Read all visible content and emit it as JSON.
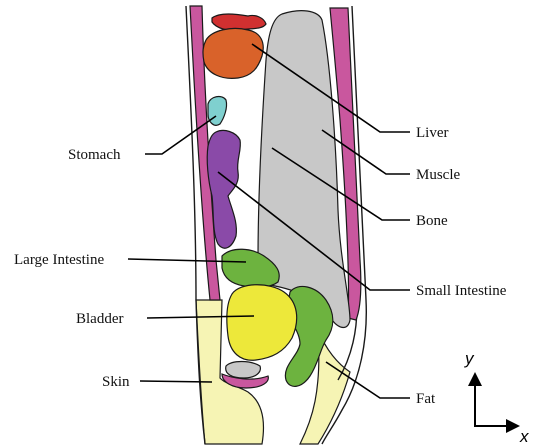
{
  "labels": {
    "stomach": "Stomach",
    "large_intestine": "Large Intestine",
    "bladder": "Bladder",
    "skin": "Skin",
    "liver": "Liver",
    "muscle": "Muscle",
    "bone": "Bone",
    "small_intestine": "Small Intestine",
    "fat": "Fat"
  },
  "axes": {
    "y": "y",
    "x": "x"
  },
  "colors": {
    "liver": "#d9622a",
    "muscle": "#c9579e",
    "bone": "#c8c8c8",
    "stomach": "#7fd0cf",
    "small_intestine": "#8a4aa8",
    "large_intestine": "#6db33f",
    "bladder": "#ede83a",
    "skin_fat": "#f6f4b4",
    "red_organ": "#d03030"
  }
}
